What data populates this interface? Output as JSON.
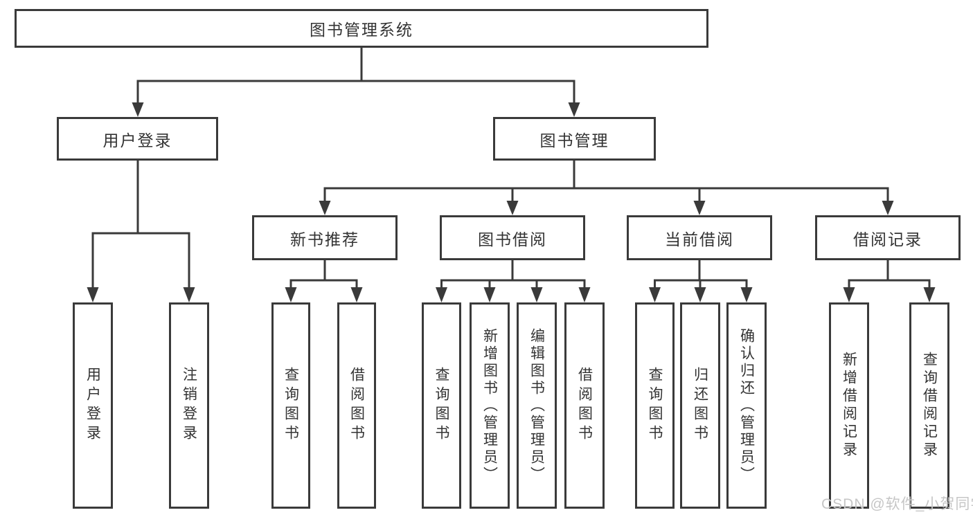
{
  "diagram": {
    "root": {
      "label": "图书管理系统"
    },
    "user_login": {
      "label": "用户登录",
      "children": [
        "用户登录",
        "注销登录"
      ]
    },
    "book_mgmt": {
      "label": "图书管理"
    },
    "modules": [
      {
        "label": "新书推荐",
        "children": [
          "查询图书",
          "借阅图书"
        ]
      },
      {
        "label": "图书借阅",
        "children": [
          "查询图书",
          "新增图书（管理员）",
          "编辑图书（管理员）",
          "借阅图书"
        ]
      },
      {
        "label": "当前借阅",
        "children": [
          "查询图书",
          "归还图书",
          "确认归还（管理员）"
        ]
      },
      {
        "label": "借阅记录",
        "children": [
          "新增借阅记录",
          "查询借阅记录"
        ]
      }
    ],
    "watermark": "CSDN @软件_小贺同学",
    "colors": {
      "line": "#3a3a3a",
      "fill": "#ffffff",
      "text": "#333333",
      "watermark": "#c6c6c6"
    }
  }
}
